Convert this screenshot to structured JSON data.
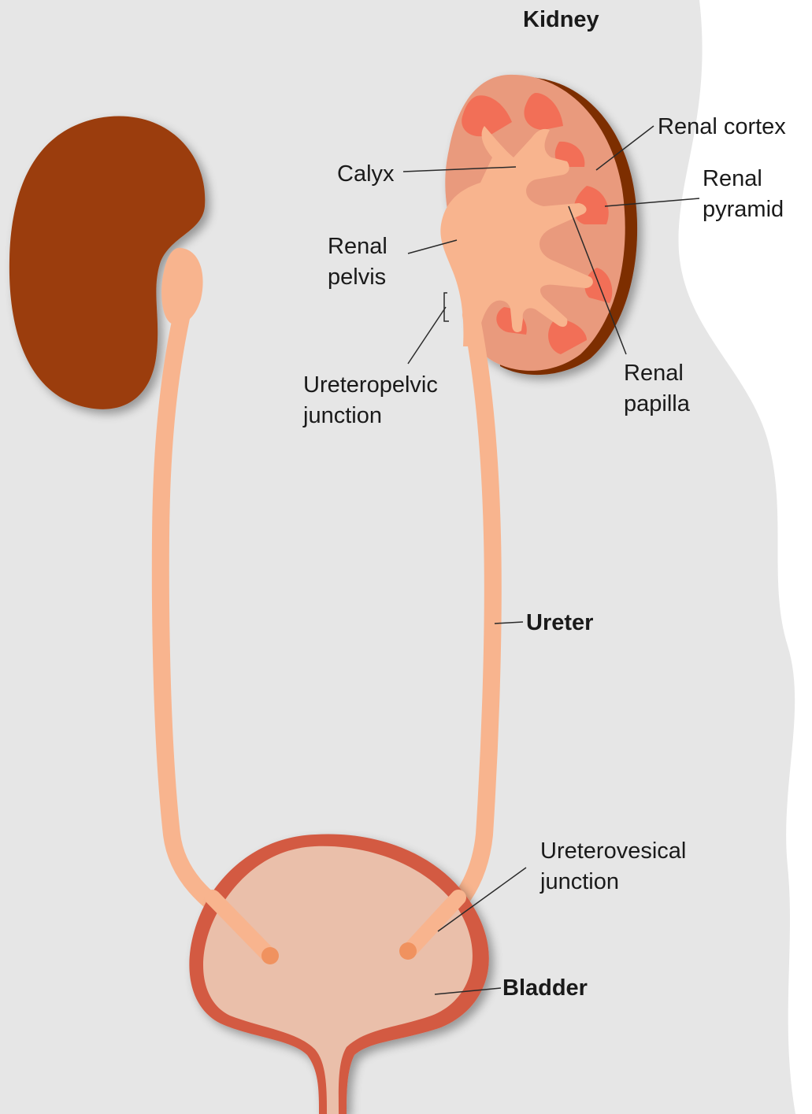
{
  "labels": {
    "kidney": "Kidney",
    "renal_cortex": "Renal cortex",
    "calyx": "Calyx",
    "renal_pyramid_1": "Renal",
    "renal_pyramid_2": "pyramid",
    "renal_pelvis_1": "Renal",
    "renal_pelvis_2": "pelvis",
    "ureteropelvic_1": "Ureteropelvic",
    "ureteropelvic_2": "junction",
    "renal_papilla_1": "Renal",
    "renal_papilla_2": "papilla",
    "ureter": "Ureter",
    "ureterovesical_1": "Ureterovesical",
    "ureterovesical_2": "junction",
    "bladder": "Bladder"
  },
  "colors": {
    "background": "#e6e6e6",
    "body_outline": "#ffffff",
    "kidney_left": "#9b3e0c",
    "kidney_cortex": "#e99a7d",
    "kidney_capsule": "#7d2d06",
    "pyramid": "#f26f57",
    "pelvis_ureter": "#f8b48e",
    "bladder_fill": "#eabfaa",
    "bladder_wall": "#d35a42"
  }
}
